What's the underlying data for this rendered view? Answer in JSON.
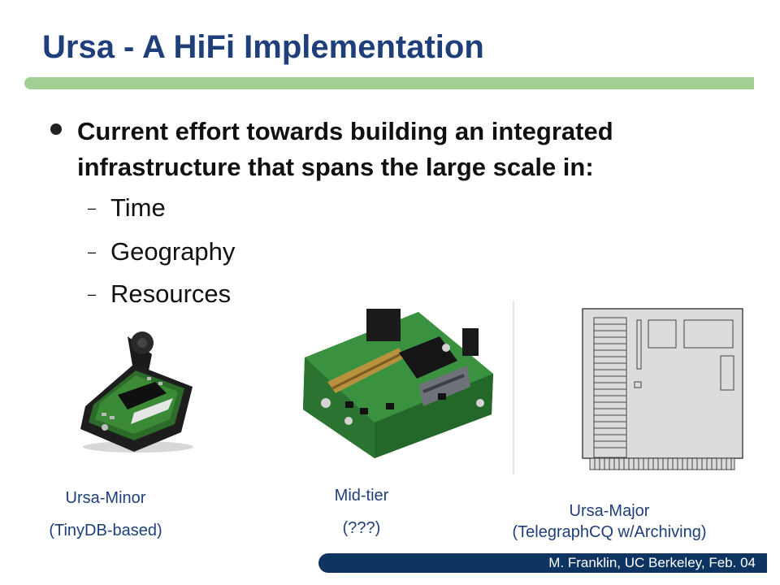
{
  "slide": {
    "title": "Ursa - A HiFi Implementation",
    "main_bullet": "Current effort towards building an integrated infrastructure that spans the large scale in:",
    "sub_items": [
      "Time",
      "Geography",
      "Resources"
    ],
    "sub_marker": "–",
    "captions": {
      "minor_name": "Ursa-Minor",
      "minor_desc": "(TinyDB-based)",
      "mid_name": "Mid-tier",
      "mid_desc": "(???)",
      "major_name": "Ursa-Major",
      "major_desc": "(TelegraphCQ w/Archiving)"
    },
    "footer": "M. Franklin, UC Berkeley, Feb. 04"
  },
  "colors": {
    "title": "#1f3f7a",
    "title_bar": "#a3cf93",
    "footer_bar": "#0e3561",
    "caption": "#1f3f7a"
  },
  "images": {
    "minor": "mote-sensor-board-photo",
    "mid": "embedded-circuit-board-photo",
    "major": "server-chip-diagram"
  }
}
